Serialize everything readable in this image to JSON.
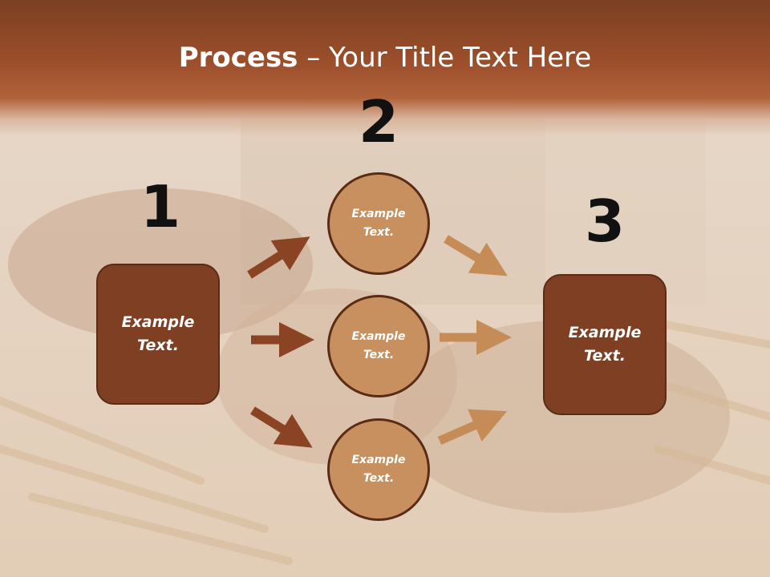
{
  "title": {
    "bold": "Process",
    "rest": " – Your Title Text Here"
  },
  "steps": {
    "one": "1",
    "two": "2",
    "three": "3"
  },
  "boxes": {
    "left": "Example Text.",
    "right": "Example Text."
  },
  "circles": {
    "top": "Example Text.",
    "middle": "Example Text.",
    "bottom": "Example Text."
  },
  "colors": {
    "header": "#8f4726",
    "box_fill": "#7e3f23",
    "circle_fill": "#c8905e",
    "arrow_dark": "#8a4423",
    "arrow_light": "#c58c58"
  },
  "background": {
    "theme": "bread-and-wheat-photo"
  }
}
